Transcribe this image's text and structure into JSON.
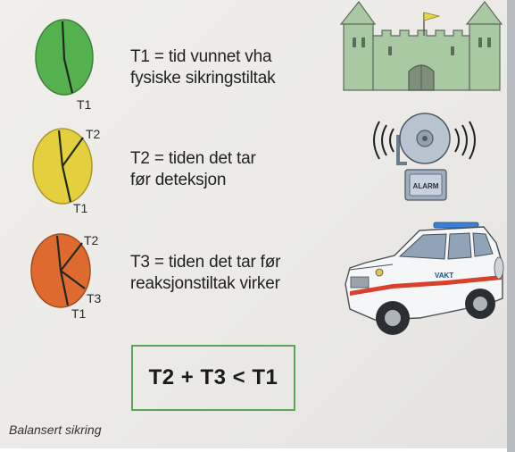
{
  "rows": [
    {
      "clock_color": "#55b04e",
      "hand_labels": [
        "T1"
      ],
      "line1": "T1 = tid vunnet vha",
      "line2": "fysiske sikringstiltak"
    },
    {
      "clock_color": "#e4d03e",
      "hand_labels": [
        "T2",
        "T1"
      ],
      "line1": "T2 = tiden det tar",
      "line2": "før deteksjon"
    },
    {
      "clock_color": "#df6a30",
      "hand_labels": [
        "T2",
        "T3",
        "T1"
      ],
      "line1": "T3 = tiden det tar før",
      "line2": "reaksjonstiltak virker"
    }
  ],
  "alarm": {
    "label": "ALARM"
  },
  "vehicle": {
    "label": "VAKT"
  },
  "formula": "T2 + T3 < T1",
  "caption": "Balansert sikring",
  "colors": {
    "box_border": "#58a55c",
    "castle": "#a9c9a3",
    "flag": "#e9d84a",
    "siren": "#3b7fd6"
  },
  "icons": [
    "castle-icon",
    "alarm-bell-icon",
    "security-vehicle-icon"
  ]
}
